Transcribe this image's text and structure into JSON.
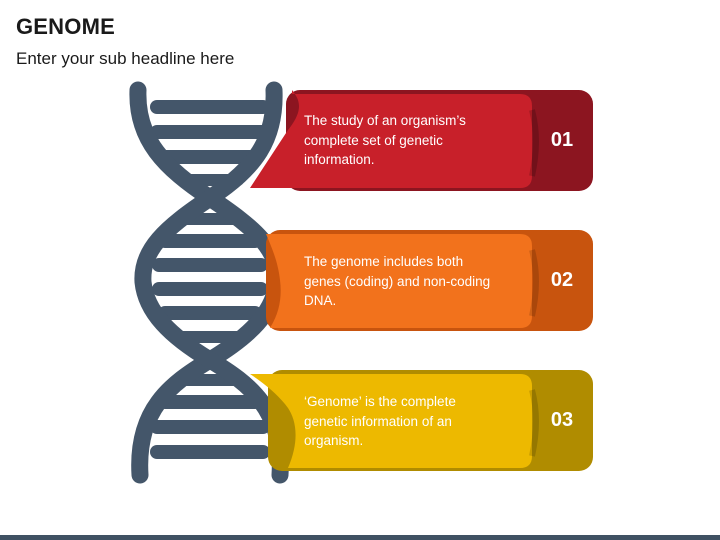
{
  "header": {
    "title": "GENOME",
    "subtitle": "Enter your sub headline here"
  },
  "items": [
    {
      "text": "The study of an organism’s complete set of genetic information.",
      "number": "01",
      "color": "#c8202a",
      "dark_color": "#8c1520"
    },
    {
      "text": "The genome includes both genes (coding) and non-coding DNA.",
      "number": "02",
      "color": "#f2721c",
      "dark_color": "#c8540e"
    },
    {
      "text": "‘Genome’ is the complete genetic information of an organism.",
      "number": "03",
      "color": "#edb900",
      "dark_color": "#b08c00"
    }
  ],
  "colors": {
    "dna": "#44566a",
    "footer": "#3f5163"
  }
}
